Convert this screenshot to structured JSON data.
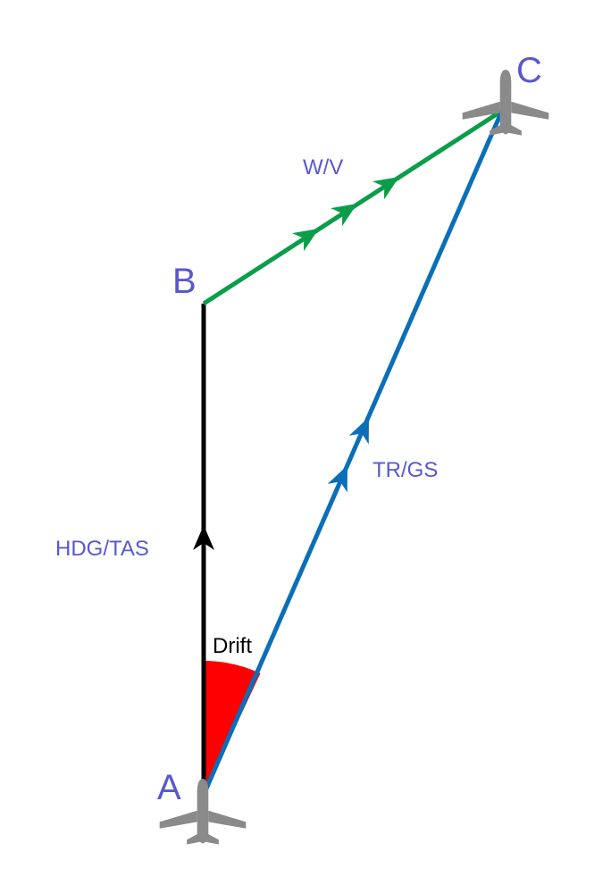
{
  "points": {
    "a": "A",
    "b": "B",
    "c": "C"
  },
  "vectors": {
    "heading": {
      "label": "HDG/TAS",
      "color": "#000000",
      "arrows": 1
    },
    "wind": {
      "label": "W/V",
      "color": "#0a9d4a",
      "arrows": 3
    },
    "track": {
      "label": "TR/GS",
      "color": "#0a6fb8",
      "arrows": 2
    }
  },
  "drift": {
    "label": "Drift",
    "color": "#ff0000"
  },
  "label_color": "#5858d0",
  "aircraft_color": "#8a8a8a",
  "icons": {
    "aircraft_a": "airplane-icon",
    "aircraft_c": "airplane-icon"
  }
}
